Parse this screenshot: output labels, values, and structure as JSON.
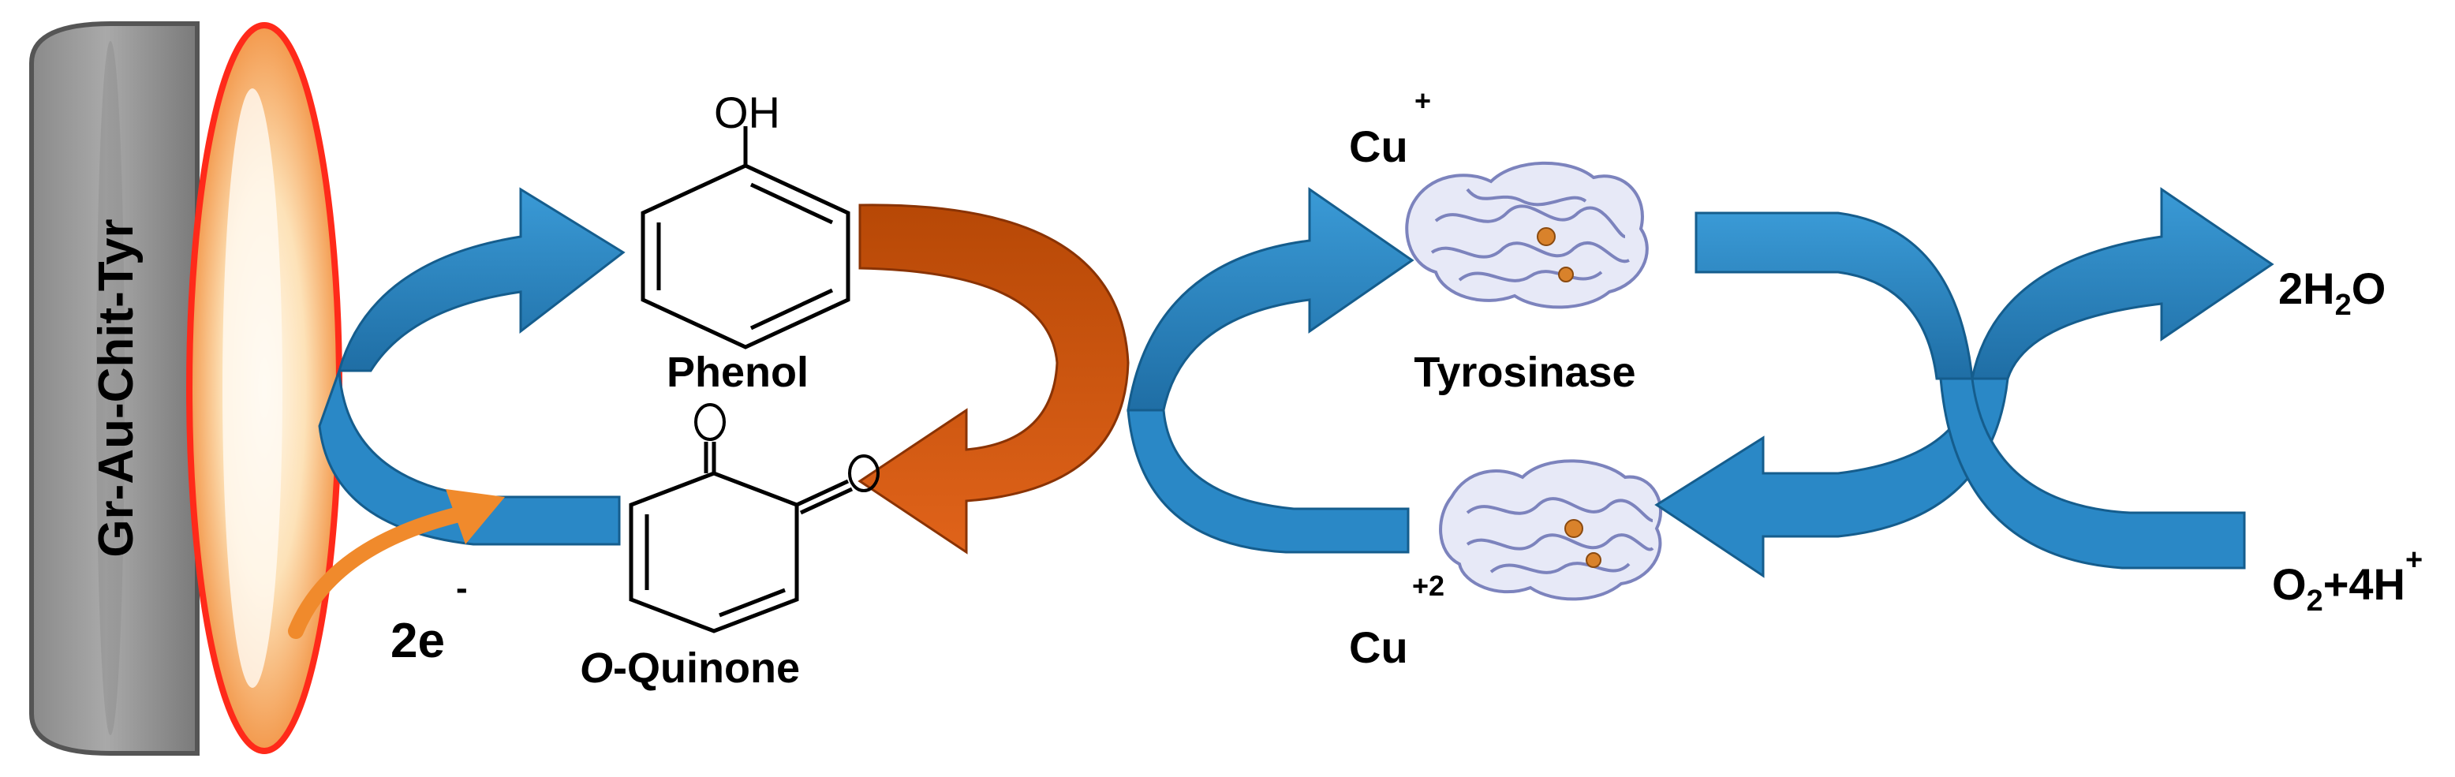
{
  "electrode": {
    "label": "Gr-Au-Chit-Tyr",
    "body_color": "#9e9e9e",
    "disc_rim_color": "#ff2a1a",
    "disc_core_color": "#fff4dc",
    "disc_glow_color": "#f6a45a"
  },
  "phenol": {
    "label": "Phenol",
    "oh_label": "OH"
  },
  "quinone": {
    "label_prefix": "O",
    "label_rest": "-Quinone",
    "o_label": "O"
  },
  "electrons": {
    "count_label": "2e",
    "charge_label": "-"
  },
  "enzyme": {
    "label": "Tyrosinase",
    "cu_reduced": "Cu",
    "cu_reduced_charge": "+",
    "cu_oxidized": "Cu",
    "cu_oxidized_charge": "+2",
    "ribbon_color": "#a8aedb",
    "metal_color": "#d9822b"
  },
  "water": {
    "prefix": "2H",
    "sub": "2",
    "suffix": "O"
  },
  "oxygen": {
    "prefix": "O",
    "sub": "2",
    "middle": "+4H",
    "sup": "+"
  },
  "colors": {
    "cycle_arrow": "#2a88c6",
    "cycle_arrow_dark": "#1a5f8f",
    "redox_arrow": "#d2530f",
    "redox_arrow_dark": "#9a3a06",
    "electron_arrow": "#f08a2c"
  }
}
